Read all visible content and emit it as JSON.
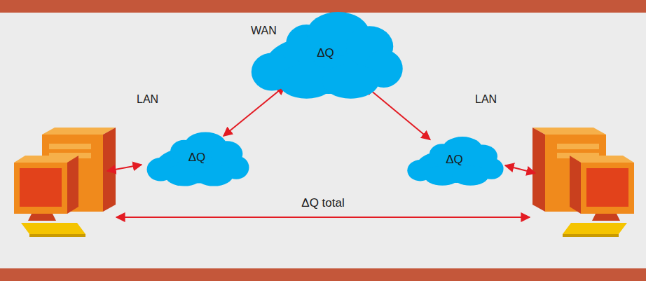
{
  "diagram": {
    "nodes": [
      {
        "text": [
          "WAN",
          "ΔQ"
        ]
      },
      {
        "text": [
          "LAN",
          "ΔQ"
        ]
      },
      {
        "text": [
          "LAN",
          "ΔQ"
        ]
      }
    ],
    "edges": [
      {
        "from": 1,
        "to": 0,
        "arrow": "both"
      },
      {
        "from": 0,
        "to": 2,
        "arrow": "both"
      }
    ],
    "labels": [
      "ΔQ total"
    ]
  }
}
